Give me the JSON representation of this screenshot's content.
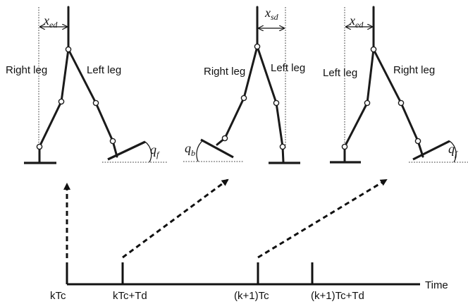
{
  "figures": [
    {
      "left_label": "Right leg",
      "right_label": "Left leg",
      "dim_symbol": "x",
      "dim_subscript": "ed",
      "angle_symbol": "q",
      "angle_subscript": "f"
    },
    {
      "left_label": "Right leg",
      "right_label": "Left leg",
      "dim_symbol": "x",
      "dim_subscript": "sd",
      "angle_symbol": "q",
      "angle_subscript": "b"
    },
    {
      "left_label": "Left leg",
      "right_label": "Right leg",
      "dim_symbol": "x",
      "dim_subscript": "ed",
      "angle_symbol": "q",
      "angle_subscript": "f"
    }
  ],
  "timeline": {
    "axis_label": "Time",
    "ticks": [
      "kTc",
      "kTc+Td",
      "(k+1)Tc",
      "(k+1)Tc+Td"
    ]
  },
  "colors": {
    "stroke": "#1a1a1a",
    "background": "#ffffff"
  }
}
